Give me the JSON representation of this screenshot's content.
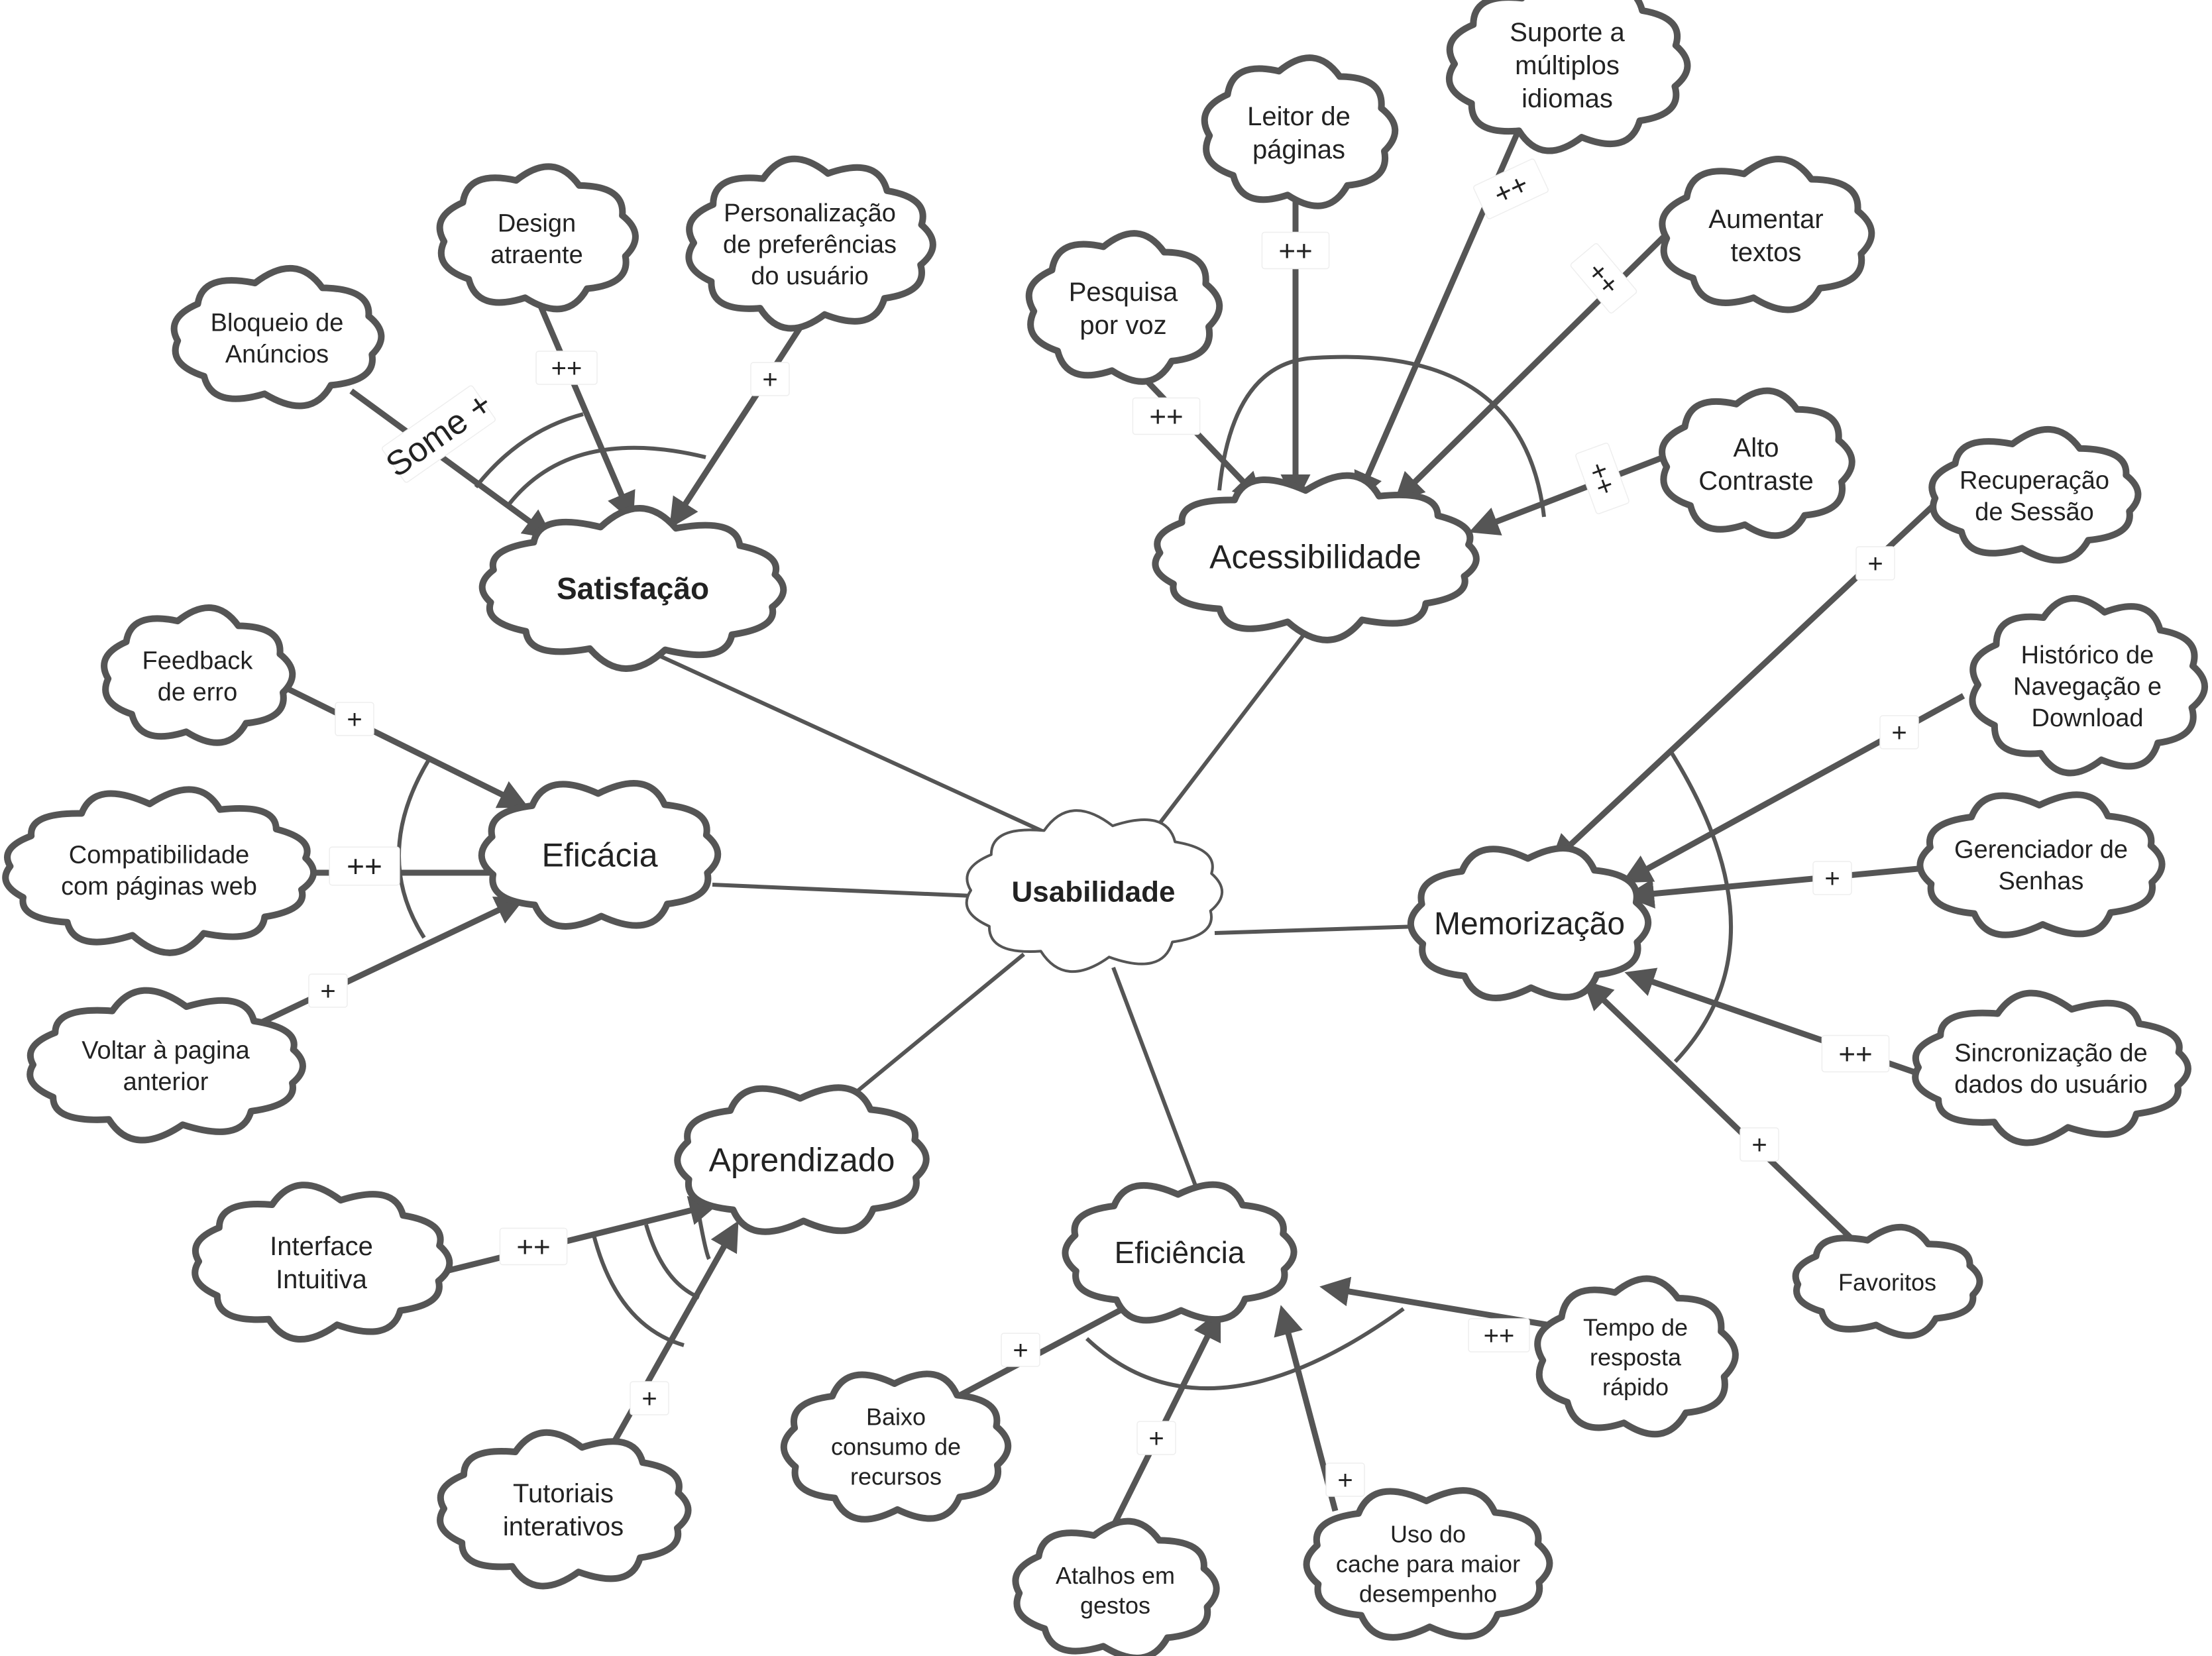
{
  "diagram": {
    "center": {
      "label": "Usabilidade"
    },
    "categories": {
      "satisfacao": "Satisfação",
      "acessibilidade": "Acessibilidade",
      "eficacia": "Eficácia",
      "memorizacao": "Memorização",
      "aprendizado": "Aprendizado",
      "eficiencia": "Eficiência"
    },
    "leaves": {
      "bloqueio": [
        "Bloqueio de",
        "Anúncios"
      ],
      "design": [
        "Design",
        "atraente"
      ],
      "personalizacao": [
        "Personalização",
        "de preferências",
        "do usuário"
      ],
      "pesquisa": [
        "Pesquisa",
        "por voz"
      ],
      "leitor": [
        "Leitor de",
        "páginas"
      ],
      "suporte": [
        "Suporte a",
        "múltiplos",
        "idiomas"
      ],
      "aumentar": [
        "Aumentar",
        "textos"
      ],
      "contraste": [
        "Alto",
        "Contraste"
      ],
      "feedback": [
        "Feedback",
        "de erro"
      ],
      "compat": [
        "Compatibilidade",
        "com páginas web"
      ],
      "voltar": [
        "Voltar à pagina",
        "anterior"
      ],
      "recuperacao": [
        "Recuperação",
        "de Sessão"
      ],
      "historico": [
        "Histórico de",
        "Navegação e",
        "Download"
      ],
      "gerenciador": [
        "Gerenciador de",
        "Senhas"
      ],
      "sincronizacao": [
        "Sincronização de",
        "dados do usuário"
      ],
      "favoritos": [
        "Favoritos"
      ],
      "interface": [
        "Interface",
        "Intuitiva"
      ],
      "tutoriais": [
        "Tutoriais",
        "interativos"
      ],
      "baixo": [
        "Baixo",
        "consumo de",
        "recursos"
      ],
      "atalhos": [
        "Atalhos em",
        "gestos"
      ],
      "cache": [
        "Uso    do",
        "cache para maior",
        "desempenho"
      ],
      "tempo": [
        "Tempo de",
        "resposta",
        "rápido"
      ]
    },
    "influence_labels": {
      "bloqueio": "Some +",
      "design": "++",
      "personalizacao": "+",
      "pesquisa": "++",
      "leitor": "++",
      "suporte": "++",
      "aumentar": "++",
      "contraste": "++",
      "feedback": "+",
      "compat": "++",
      "voltar": "+",
      "recuperacao": "+",
      "historico": "+",
      "gerenciador": "+",
      "sincronizacao": "++",
      "favoritos": "+",
      "interface": "++",
      "tutoriais": "+",
      "baixo": "+",
      "atalhos": "+",
      "cache": "+",
      "tempo": "++"
    },
    "colors": {
      "stroke": "#555555",
      "text": "#222222",
      "background": "#ffffff"
    }
  }
}
